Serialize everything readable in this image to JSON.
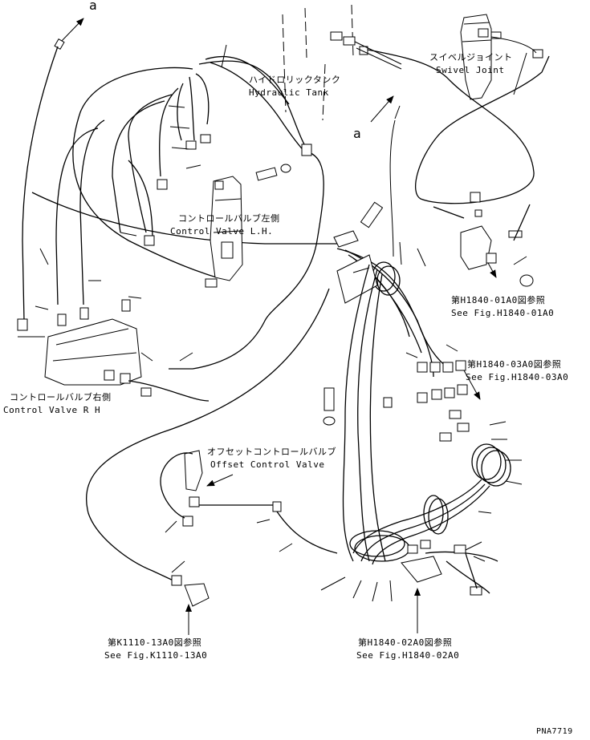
{
  "callouts": {
    "ref_a_top": "a",
    "ref_a_mid": "a",
    "hydraulic_tank_jp": "ハイドロリックタンク",
    "hydraulic_tank_en": "Hydraulic Tank",
    "swivel_joint_jp": "スイベルジョイント",
    "swivel_joint_en": "Swivel Joint",
    "cv_lh_jp": "コントロールバルブ左側",
    "cv_lh_en": "Control Valve L.H.",
    "cv_rh_jp": "コントロールバルブ右側",
    "cv_rh_en": "Control Valve R H",
    "offset_cv_jp": "オフセットコントロールバルブ",
    "offset_cv_en": "Offset Control Valve",
    "fig_h1840_01_jp": "第H1840-01A0図参照",
    "fig_h1840_01_en": "See Fig.H1840-01A0",
    "fig_h1840_03_jp": "第H1840-03A0図参照",
    "fig_h1840_03_en": "See Fig.H1840-03A0",
    "fig_k1110_jp": "第K1110-13A0図参照",
    "fig_k1110_en": "See Fig.K1110-13A0",
    "fig_h1840_02_jp": "第H1840-02A0図参照",
    "fig_h1840_02_en": "See Fig.H1840-02A0",
    "drawing_code": "PNA7719"
  }
}
